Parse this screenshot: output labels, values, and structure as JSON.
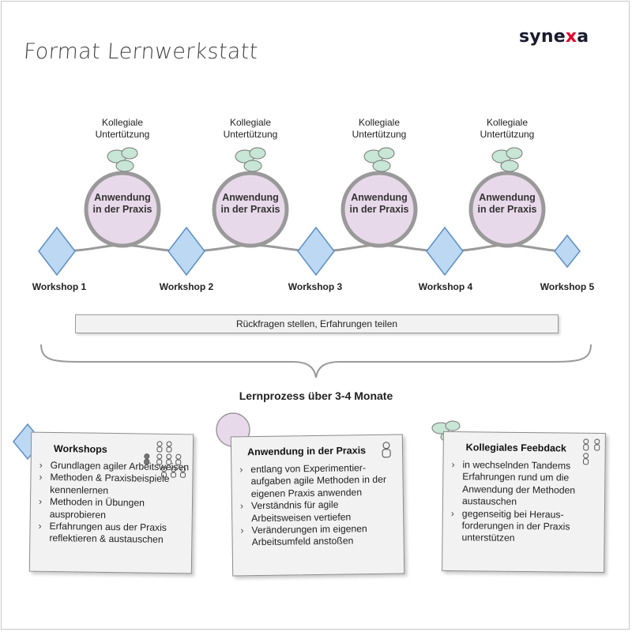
{
  "header": {
    "title": "Format Lernwerkstatt",
    "logo_text_before": "syne",
    "logo_text_x": "x",
    "logo_text_after": "a",
    "logo_accent_color": "#e4002b"
  },
  "timeline": {
    "support_labels": [
      "Kollegiale Untertützung",
      "Kollegiale Untertützung",
      "Kollegiale Untertützung",
      "Kollegiale Untertützung"
    ],
    "practice_labels": [
      "Anwendung in der Praxis",
      "Anwendung in der Praxis",
      "Anwendung in der Praxis",
      "Anwendung in der Praxis"
    ],
    "workshops": [
      "Workshop 1",
      "Workshop 2",
      "Workshop 3",
      "Workshop 4",
      "Workshop 5"
    ],
    "bar_text": "Rückfragen stellen, Erfahrungen teilen",
    "process_text": "Lernprozess über 3-4 Monate"
  },
  "colors": {
    "diamond_fill": "#bcd8f2",
    "diamond_stroke": "#5c8fc4",
    "circle_fill": "#e8d9ea",
    "ring": "#9a9a9a",
    "speech_fill": "#c7e6d6"
  },
  "cards": {
    "workshops": {
      "title": "Workshops",
      "items": [
        "Grundlagen agiler Arbeitsweisen",
        "Methoden & Praxisbeispiele kennenlernen",
        "Methoden in Übungen ausprobieren",
        "Erfahrungen aus der Praxis reflektieren & austauschen"
      ]
    },
    "practice": {
      "title": "Anwendung in der Praxis",
      "items": [
        "entlang von Experimentier-aufgaben agile Methoden in der eigenen Praxis anwenden",
        "Verständnis für agile Arbeitsweisen vertiefen",
        "Veränderungen im eigenen Arbeitsumfeld anstoßen"
      ]
    },
    "feedback": {
      "title": "Kollegiales Feebdack",
      "items": [
        "in wechselnden Tandems Erfahrungen rund um die Anwendung der Methoden austauschen",
        "gegenseitig bei Heraus-forderungen in der Praxis unterstützen"
      ]
    }
  },
  "icons": {
    "diamond": "workshop-diamond-icon",
    "circle": "practice-circle-icon",
    "speech": "speech-bubbles-icon",
    "people": "people-icon",
    "person": "person-icon"
  }
}
